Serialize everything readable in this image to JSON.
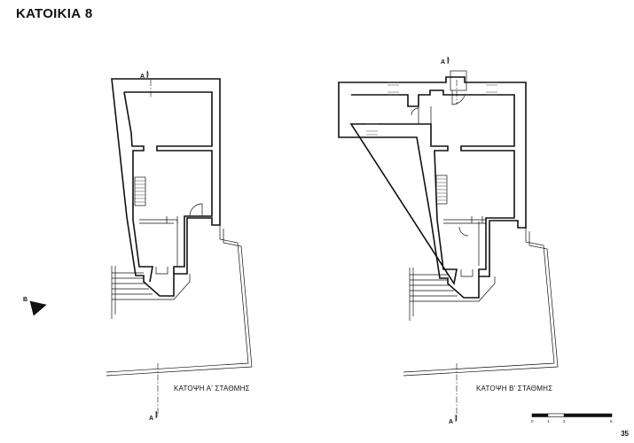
{
  "sheet": {
    "title": "ΚΑΤΟΙΚΙΑ 8",
    "page_number": "35"
  },
  "plans": [
    {
      "caption": "ΚΑΤΟΨΗ Α' ΣΤΑΘΜΗΣ",
      "section_top_label": "A",
      "section_bottom_label": "A"
    },
    {
      "caption": "ΚΑΤΟΨΗ Β' ΣΤΑΘΜΗΣ",
      "section_top_label": "A",
      "section_bottom_label": "A"
    }
  ],
  "north_arrow": {
    "label": "B"
  },
  "scale_bar": {
    "ticks": [
      "0",
      "1",
      "2",
      "5"
    ]
  }
}
